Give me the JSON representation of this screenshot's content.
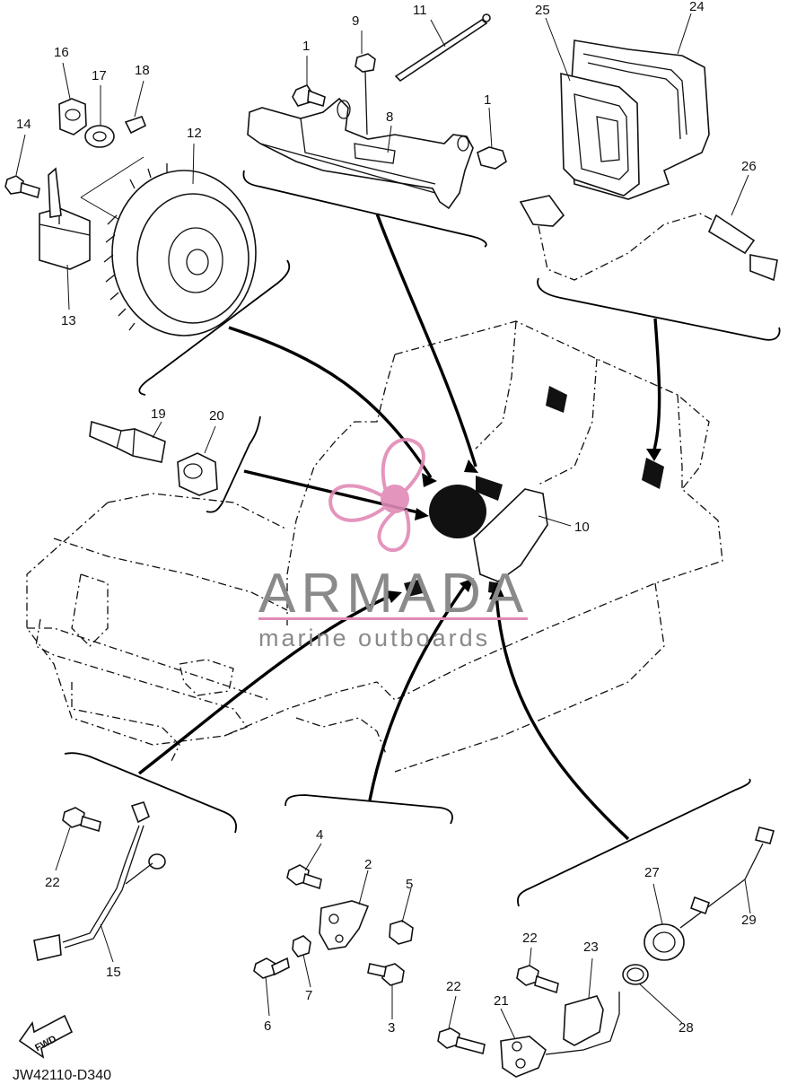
{
  "diagram_code": "JW42110-D340",
  "fwd_label": "FWD",
  "watermark": {
    "brand": "ARMADA",
    "tagline": "marine outboards",
    "color": "#e28ab6"
  },
  "callouts": {
    "c1a": "1",
    "c1b": "1",
    "c2": "2",
    "c3": "3",
    "c4": "4",
    "c5": "5",
    "c6": "6",
    "c7": "7",
    "c8": "8",
    "c9": "9",
    "c10": "10",
    "c11": "11",
    "c12": "12",
    "c13": "13",
    "c14": "14",
    "c15": "15",
    "c16": "16",
    "c17": "17",
    "c18": "18",
    "c19": "19",
    "c20": "20",
    "c21": "21",
    "c22a": "22",
    "c22b": "22",
    "c22c": "22",
    "c23": "23",
    "c24": "24",
    "c25": "25",
    "c26": "26",
    "c27": "27",
    "c28": "28",
    "c29": "29"
  }
}
